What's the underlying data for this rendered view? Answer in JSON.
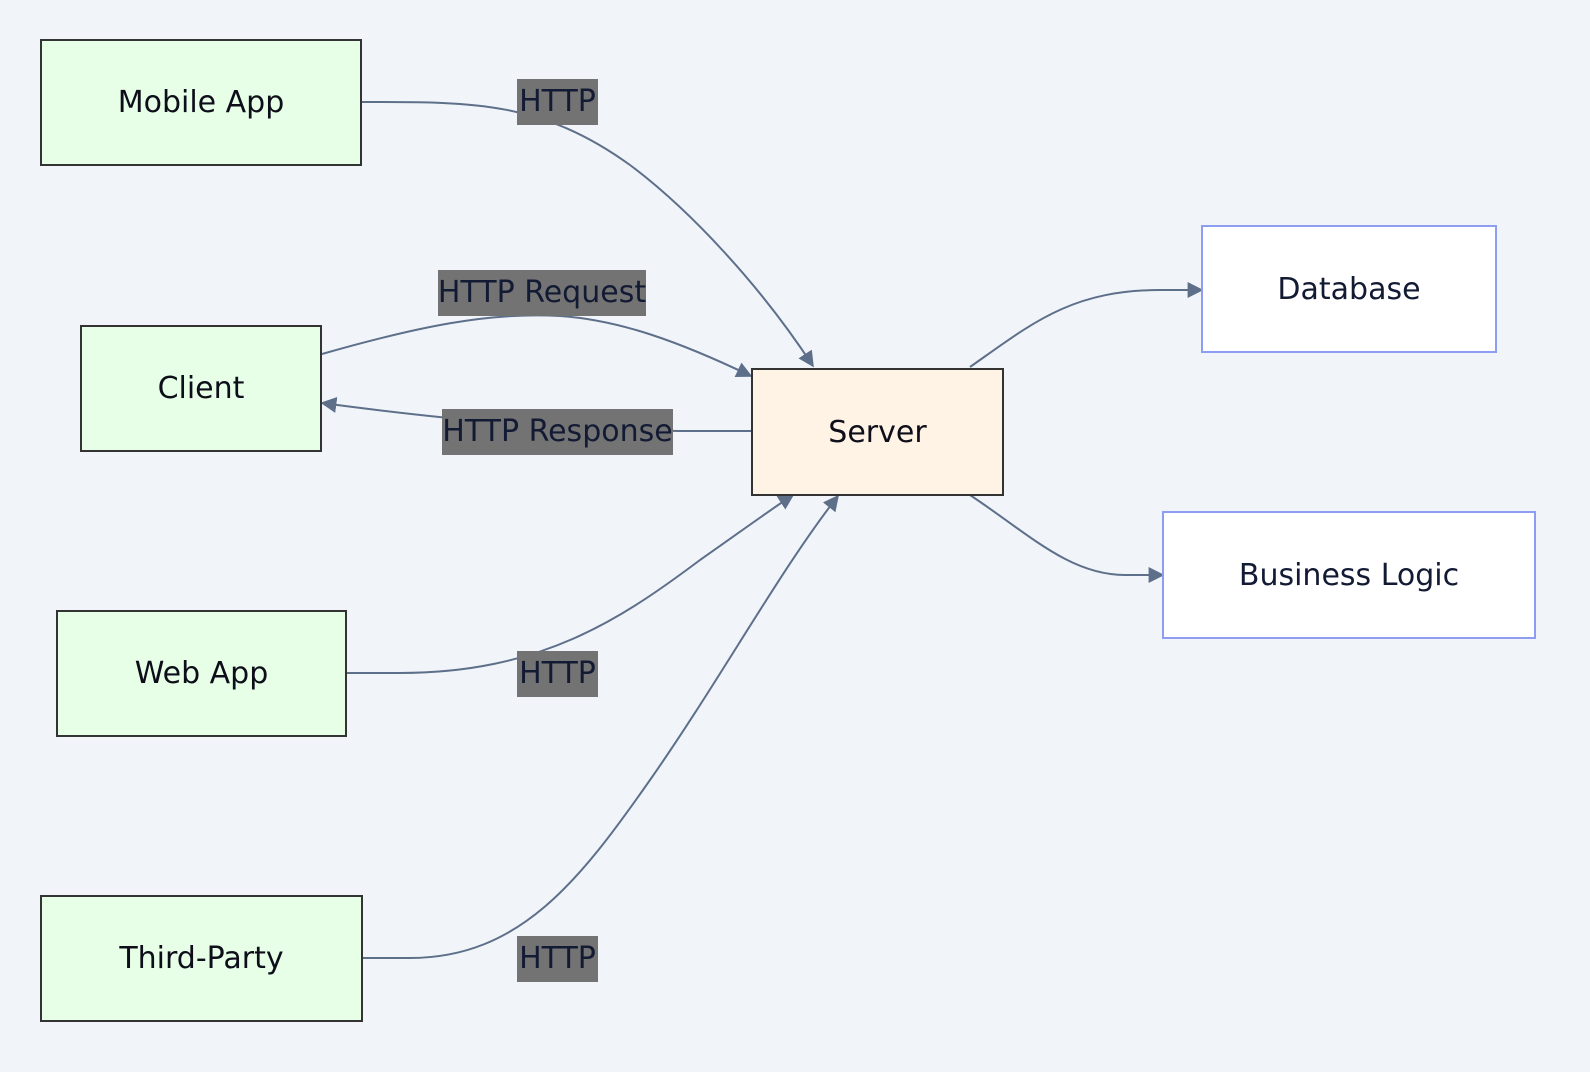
{
  "diagram": {
    "nodes": {
      "mobile_app": "Mobile App",
      "client": "Client",
      "web_app": "Web App",
      "third_party": "Third-Party",
      "server": "Server",
      "database": "Database",
      "business_logic": "Business Logic"
    },
    "edges": [
      {
        "from": "Mobile App",
        "to": "Server",
        "label": "HTTP"
      },
      {
        "from": "Client",
        "to": "Server",
        "label": "HTTP Request"
      },
      {
        "from": "Server",
        "to": "Client",
        "label": "HTTP Response"
      },
      {
        "from": "Web App",
        "to": "Server",
        "label": "HTTP"
      },
      {
        "from": "Third-Party",
        "to": "Server",
        "label": "HTTP"
      },
      {
        "from": "Server",
        "to": "Database",
        "label": ""
      },
      {
        "from": "Server",
        "to": "Business Logic",
        "label": ""
      }
    ],
    "colors": {
      "client_fill": "#e6ffe6",
      "server_fill": "#fff3e6",
      "backend_fill": "#ffffff",
      "backend_border": "#8c9df2",
      "edge_stroke": "#5e6f8a",
      "label_background": "#737373",
      "canvas_background": "#f1f5fa"
    }
  }
}
